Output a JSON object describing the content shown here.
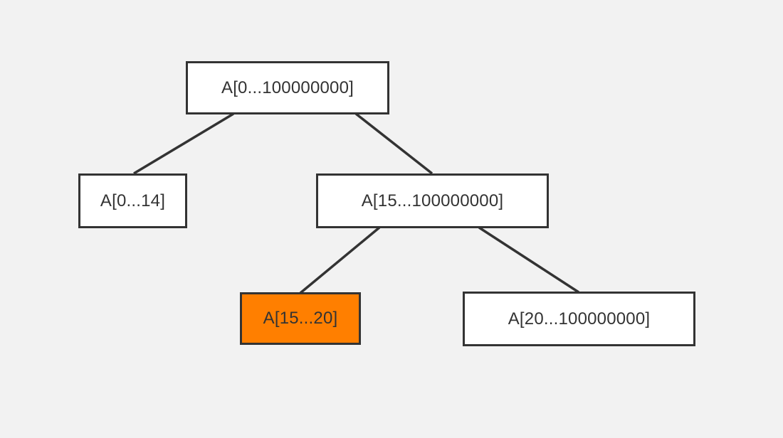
{
  "tree": {
    "root": {
      "label": "A[0...100000000]"
    },
    "left": {
      "label": "A[0...14]"
    },
    "right": {
      "label": "A[15...100000000]"
    },
    "right_left": {
      "label": "A[15...20]"
    },
    "right_right": {
      "label": "A[20...100000000]"
    }
  },
  "colors": {
    "background": "#f2f2f2",
    "node_fill": "#ffffff",
    "node_border": "#333333",
    "highlight_fill": "#ff7f00",
    "edge": "#333333"
  }
}
